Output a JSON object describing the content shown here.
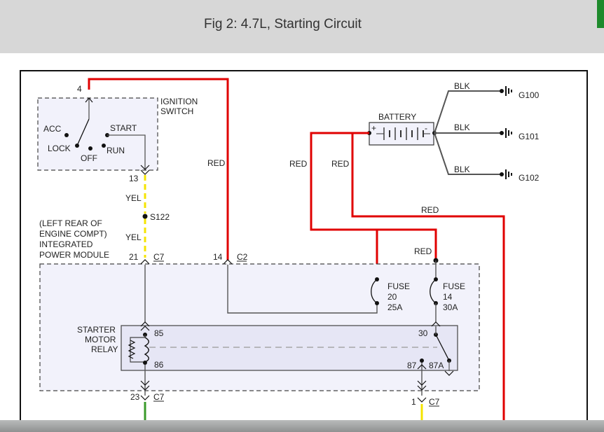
{
  "header": {
    "title": "Fig 2: 4.7L, Starting Circuit"
  },
  "ignition_switch": {
    "label_lines": [
      "IGNITION",
      "SWITCH"
    ],
    "positions": [
      "ACC",
      "LOCK",
      "OFF",
      "RUN",
      "START"
    ],
    "top_pin": "4",
    "bottom_pin": "13"
  },
  "battery": {
    "label": "BATTERY",
    "plus": "+",
    "minus": "-",
    "grounds": [
      {
        "wire": "BLK",
        "name": "G100"
      },
      {
        "wire": "BLK",
        "name": "G101"
      },
      {
        "wire": "BLK",
        "name": "G102"
      }
    ]
  },
  "wires": {
    "ign_feed": "RED",
    "fuse20_feed": "RED",
    "battery_main": "RED",
    "battery_to_relay_feed": "RED",
    "fuse14_feed": "RED",
    "yel_upper": "YEL",
    "yel_lower": "YEL",
    "splice": "S122"
  },
  "module": {
    "label_lines": [
      "(LEFT REAR OF",
      "ENGINE COMPT)",
      "INTEGRATED",
      "POWER MODULE"
    ],
    "connectors": {
      "c7_pin21": {
        "pin": "21",
        "name": "C7"
      },
      "c2_pin14": {
        "pin": "14",
        "name": "C2"
      },
      "c7_pin23": {
        "pin": "23",
        "name": "C7"
      },
      "c7_pin1": {
        "pin": "1",
        "name": "C7"
      }
    },
    "fuse20": {
      "label": "FUSE",
      "number": "20",
      "rating": "25A"
    },
    "fuse14": {
      "label": "FUSE",
      "number": "14",
      "rating": "30A"
    }
  },
  "relay": {
    "label_lines": [
      "STARTER",
      "MOTOR",
      "RELAY"
    ],
    "pins": {
      "p85": "85",
      "p86": "86",
      "p30": "30",
      "p87": "87",
      "p87a": "87A"
    }
  },
  "colors": {
    "red_wire": "#e00000",
    "yel_wire": "#f5e400",
    "grn_wire": "#3a9a2a",
    "wire_gray": "#555555",
    "module_fill": "#f2f2fb",
    "relay_fill": "#e6e6f5"
  }
}
